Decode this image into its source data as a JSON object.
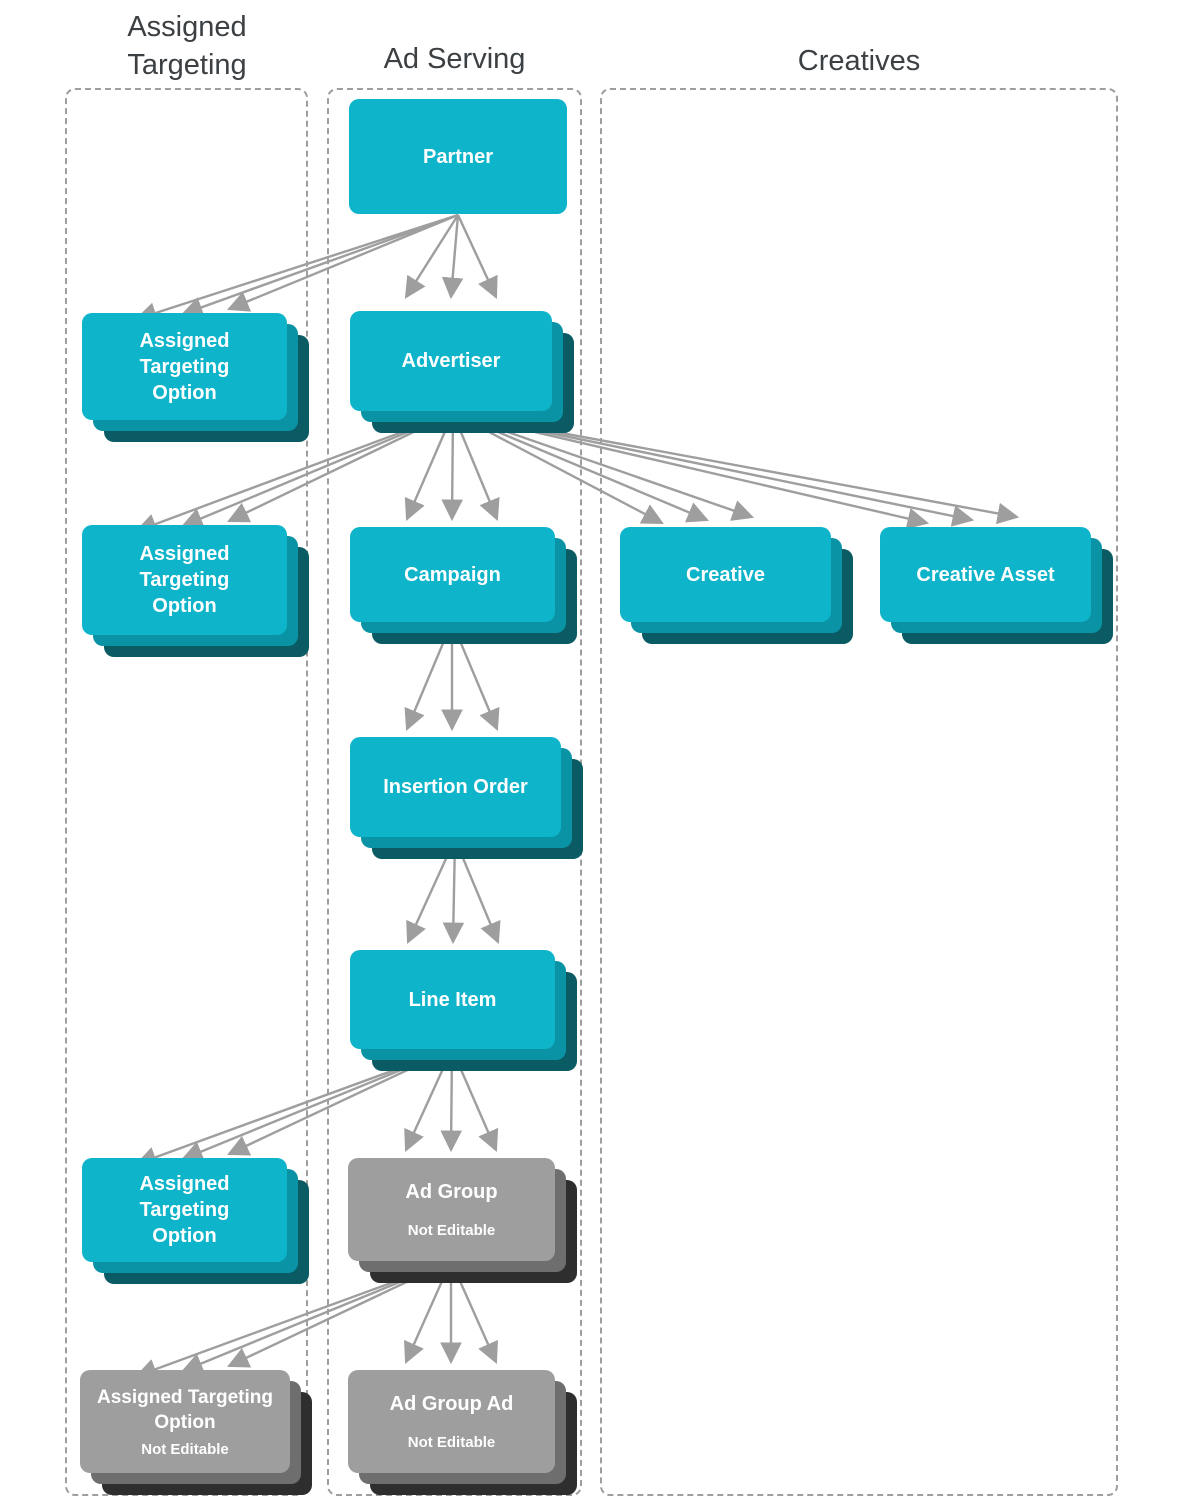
{
  "columns": [
    {
      "title": "Assigned Targeting"
    },
    {
      "title": "Ad Serving"
    },
    {
      "title": "Creatives"
    }
  ],
  "nodes": {
    "partner": {
      "label": "Partner",
      "style": "cyan"
    },
    "ato_partner": {
      "label": "Assigned Targeting Option",
      "style": "cyan"
    },
    "advertiser": {
      "label": "Advertiser",
      "style": "cyan"
    },
    "ato_advertiser": {
      "label": "Assigned Targeting Option",
      "style": "cyan"
    },
    "campaign": {
      "label": "Campaign",
      "style": "cyan"
    },
    "creative": {
      "label": "Creative",
      "style": "cyan"
    },
    "creative_asset": {
      "label": "Creative Asset",
      "style": "cyan"
    },
    "insertion_order": {
      "label": "Insertion Order",
      "style": "cyan"
    },
    "line_item": {
      "label": "Line Item",
      "style": "cyan"
    },
    "ato_line_item": {
      "label": "Assigned Targeting Option",
      "style": "cyan"
    },
    "ad_group": {
      "label": "Ad Group",
      "sublabel": "Not Editable",
      "style": "gray"
    },
    "ato_ad_group": {
      "label": "Assigned Targeting Option",
      "sublabel": "Not Editable",
      "style": "gray"
    },
    "ad_group_ad": {
      "label": "Ad Group Ad",
      "sublabel": "Not Editable",
      "style": "gray"
    }
  },
  "edges": [
    {
      "from": "partner",
      "to": "advertiser"
    },
    {
      "from": "partner",
      "to": "ato_partner"
    },
    {
      "from": "advertiser",
      "to": "ato_advertiser"
    },
    {
      "from": "advertiser",
      "to": "campaign"
    },
    {
      "from": "advertiser",
      "to": "creative"
    },
    {
      "from": "advertiser",
      "to": "creative_asset"
    },
    {
      "from": "campaign",
      "to": "insertion_order"
    },
    {
      "from": "insertion_order",
      "to": "line_item"
    },
    {
      "from": "line_item",
      "to": "ato_line_item"
    },
    {
      "from": "line_item",
      "to": "ad_group"
    },
    {
      "from": "ad_group",
      "to": "ato_ad_group"
    },
    {
      "from": "ad_group",
      "to": "ad_group_ad"
    }
  ],
  "colors": {
    "entity_fill": "#0eb4ca",
    "entity_shadow_mid": "#0a93a4",
    "entity_shadow_dark": "#0a5b63",
    "not_editable_fill": "#9e9e9e",
    "not_editable_shadow_mid": "#6e6e6e",
    "not_editable_shadow_dark": "#2e2e2e",
    "arrow": "#9e9e9e",
    "column_border": "#9e9e9e",
    "header_text": "#3c4043",
    "box_text": "#ffffff"
  }
}
